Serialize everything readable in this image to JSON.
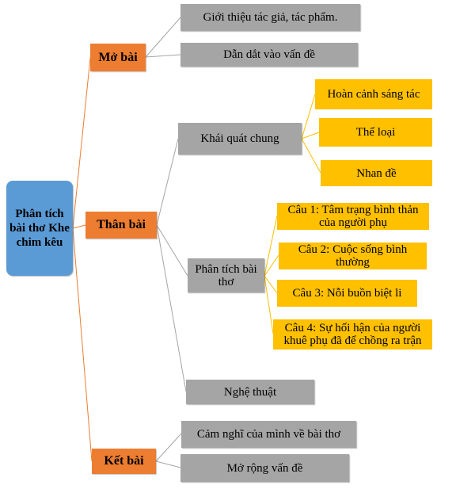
{
  "colors": {
    "root": "#5b9bd5",
    "section": "#ed7d31",
    "topic": "#a5a5a5",
    "detail": "#ffc000",
    "line_root": "#ed7d31",
    "line_branch": "#a5a5a5",
    "line_detail": "#ffc000"
  },
  "root": {
    "label": "Phân tích bài thơ Khe chim kêu"
  },
  "mo_bai": {
    "label": "Mở bài",
    "items": [
      "Giới thiệu tác giả, tác phẩm.",
      "Dẫn dắt vào vấn đề"
    ]
  },
  "than_bai": {
    "label": "Thân bài",
    "khai_quat": {
      "label": "Khái quát chung",
      "items": [
        "Hoàn cảnh sáng tác",
        "Thể loại",
        "Nhan đề"
      ]
    },
    "phan_tich": {
      "label": "Phân tích bài thơ",
      "items": [
        "Câu 1: Tâm trạng bình thản của người phụ",
        "Câu 2: Cuộc sống bình thường",
        "Câu 3: Nỗi buồn biệt li",
        "Câu 4: Sự hối hận của người khuê phụ đã để chồng ra trận"
      ]
    },
    "nghe_thuat": {
      "label": "Nghệ thuật"
    }
  },
  "ket_bai": {
    "label": "Kết bài",
    "items": [
      "Cảm nghĩ của mình về bài thơ",
      "Mở rộng vấn đề"
    ]
  }
}
